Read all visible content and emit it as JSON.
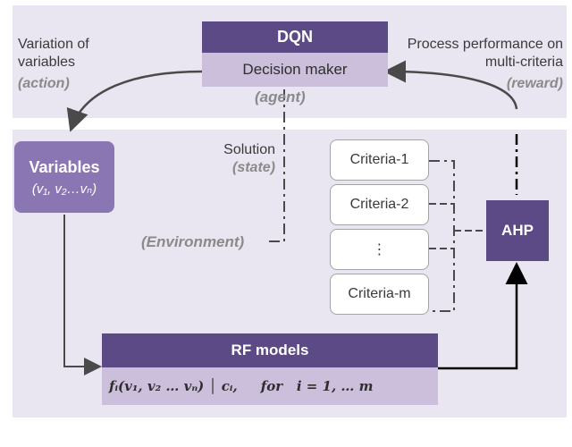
{
  "dqn": {
    "title": "DQN",
    "subtitle": "Decision maker",
    "role": "(agent)"
  },
  "left_label": {
    "line1": "Variation of",
    "line2": "variables",
    "tag": "(action)"
  },
  "right_label": {
    "line1": "Process performance on",
    "line2": "multi-criteria",
    "tag": "(reward)"
  },
  "variables": {
    "title": "Variables",
    "formula": "(v₁, v₂…vₙ)"
  },
  "solution": {
    "label": "Solution",
    "tag": "(state)"
  },
  "environment": {
    "label": "(Environment)"
  },
  "criteria": [
    "Criteria-1",
    "Criteria-2",
    "⋮",
    "Criteria-m"
  ],
  "ahp": {
    "label": "AHP"
  },
  "rf": {
    "title": "RF models",
    "formula": "fᵢ(v₁, v₂ … vₙ) │ cᵢ,     for   i = 1, … m"
  },
  "colors": {
    "dark_purple": "#5c4a86",
    "light_purple": "#cbbfdc",
    "panel": "#eae6f1"
  }
}
